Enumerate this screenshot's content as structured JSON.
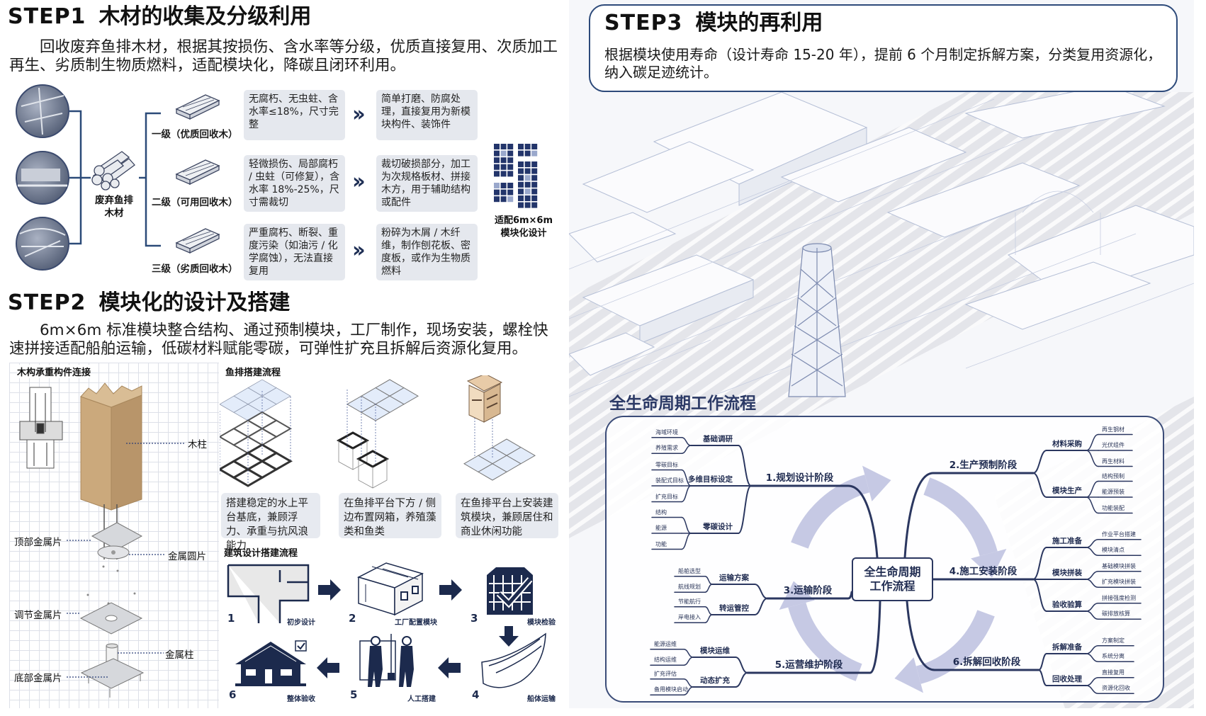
{
  "step1": {
    "tag": "STEP1",
    "title": "木材的收集及分级利用",
    "desc": "回收废弃鱼排木材，根据其按损伤、含水率等分级，优质直接复用、次质加工再生、劣质制生物质燃料，适配模块化，降碳且闭环利用。",
    "source_label": "废弃鱼排木材",
    "grades": [
      {
        "label": "一级（优质回收木）",
        "criteria": "无腐朽、无虫蛀、含水率≤18%，尺寸完整",
        "treatment": "简单打磨、防腐处理，直接复用为新模块构件、装饰件"
      },
      {
        "label": "二级（可用回收木）",
        "criteria": "轻微损伤、局部腐朽 / 虫蛀（可修复），含水率 18%-25%，尺寸需裁切",
        "treatment": "裁切破损部分，加工为次规格板材、拼接木方，用于辅助结构或配件"
      },
      {
        "label": "三级（劣质回收木）",
        "criteria": "严重腐朽、断裂、重度污染（如油污 / 化学腐蚀），无法直接复用",
        "treatment": "粉碎为木屑 / 木纤维，制作刨花板、密度板，或作为生物质燃料"
      }
    ],
    "module_label_lines": [
      "适配6m×6m",
      "模块化设计"
    ]
  },
  "step2": {
    "tag": "STEP2",
    "title": "模块化的设计及搭建",
    "desc": "6m×6m 标准模块整合结构、通过预制模块，工厂制作，现场安装，螺栓快速拼接适配船舶运输，低碳材料赋能零碳，可弹性扩充且拆解后资源化复用。",
    "structure": {
      "title": "木构承重构件连接",
      "labels": {
        "column": "木柱",
        "top_plate": "顶部金属片",
        "disk": "金属圆片",
        "adjust_plate": "调节金属片",
        "post": "金属柱",
        "bottom_plate": "底部金属片"
      }
    },
    "raft_flow": {
      "title": "鱼排搭建流程",
      "steps": [
        "搭建稳定的水上平台基底，兼顾浮力、承重与抗风浪能力",
        "在鱼排平台下方 / 侧边布置网箱，养殖藻类和鱼类",
        "在鱼排平台上安装建筑模块，兼顾居住和商业休闲功能"
      ]
    },
    "building_flow": {
      "title": "建筑设计搭建流程",
      "steps": [
        {
          "num": "1",
          "label": "初步设计"
        },
        {
          "num": "2",
          "label": "工厂配置模块"
        },
        {
          "num": "3",
          "label": "模块检验"
        },
        {
          "num": "4",
          "label": "船体运输"
        },
        {
          "num": "5",
          "label": "人工搭建"
        },
        {
          "num": "6",
          "label": "整体验收"
        }
      ]
    }
  },
  "step3": {
    "tag": "STEP3",
    "title": "模块的再利用",
    "desc": "根据模块使用寿命（设计寿命 15-20 年），提前 6 个月制定拆解方案，分类复用资源化，纳入碳足迹统计。"
  },
  "mindmap": {
    "title": "全生命周期工作流程",
    "center_lines": [
      "全生命周期",
      "工作流程"
    ],
    "stages": [
      {
        "label": "1.规划设计阶段",
        "subs": [
          {
            "label": "基础调研",
            "leaves": [
              "海域环境",
              "养殖需求"
            ]
          },
          {
            "label": "多维目标设定",
            "leaves": [
              "零碳目标",
              "装配式目标",
              "扩充目标"
            ]
          },
          {
            "label": "零碳设计",
            "leaves": [
              "结构",
              "能源",
              "功能"
            ]
          }
        ]
      },
      {
        "label": "2.生产预制阶段",
        "subs": [
          {
            "label": "材料采购",
            "leaves": [
              "再生钢材",
              "光伏组件",
              "再生材料"
            ]
          },
          {
            "label": "模块生产",
            "leaves": [
              "结构预制",
              "能源预装",
              "功能装配"
            ]
          }
        ]
      },
      {
        "label": "3.运输阶段",
        "subs": [
          {
            "label": "运输方案",
            "leaves": [
              "船舶选型",
              "航线规划"
            ]
          },
          {
            "label": "转运管控",
            "leaves": [
              "节能航行",
              "岸电接入"
            ]
          }
        ]
      },
      {
        "label": "4.施工安装阶段",
        "subs": [
          {
            "label": "施工准备",
            "leaves": [
              "作业平台搭建",
              "模块清点"
            ]
          },
          {
            "label": "模块拼装",
            "leaves": [
              "基础模块拼装",
              "扩充模块拼装"
            ]
          },
          {
            "label": "验收验算",
            "leaves": [
              "拼接强度检测",
              "碳排放核算"
            ]
          }
        ]
      },
      {
        "label": "5.运营维护阶段",
        "subs": [
          {
            "label": "模块运维",
            "leaves": [
              "能源运维",
              "结构运维"
            ]
          },
          {
            "label": "动态扩充",
            "leaves": [
              "扩充评估",
              "备用模块启动"
            ]
          }
        ]
      },
      {
        "label": "6.拆解回收阶段",
        "subs": [
          {
            "label": "拆解准备",
            "leaves": [
              "方案制定",
              "系统分离"
            ]
          },
          {
            "label": "回收处理",
            "leaves": [
              "直接复用",
              "资源化回收"
            ]
          }
        ]
      }
    ]
  },
  "colors": {
    "navy": "#1f2b50",
    "box_gray": "#e5e8ee",
    "cycle": "#c6c9e4",
    "wood": "#c9a578"
  }
}
